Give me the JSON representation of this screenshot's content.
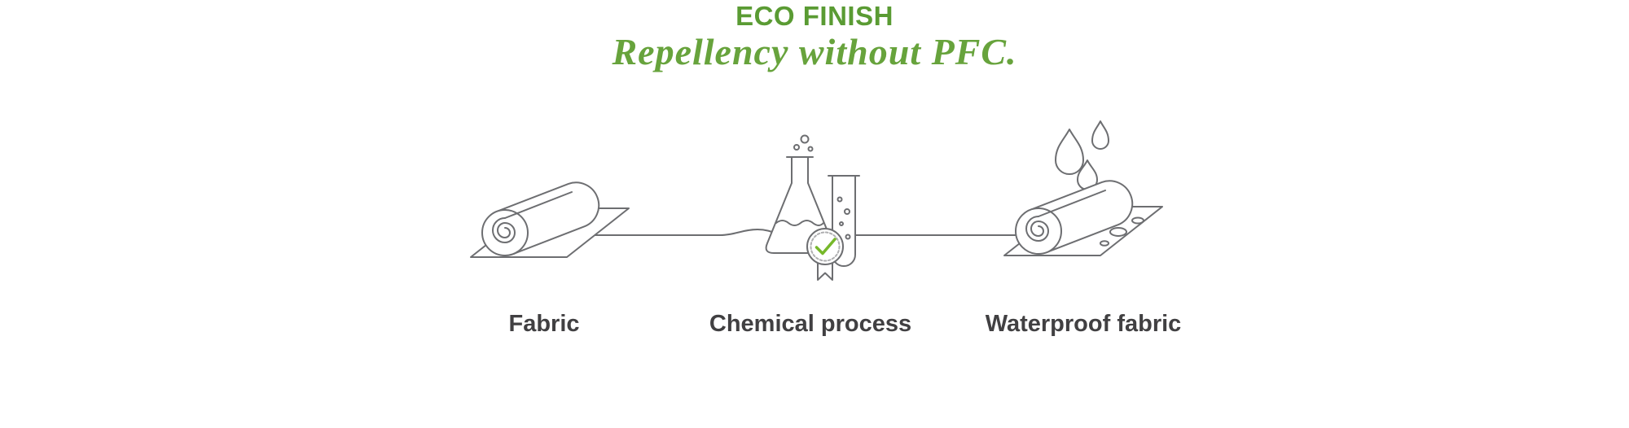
{
  "header": {
    "title": "ECO FINISH",
    "subtitle": "Repellency without PFC."
  },
  "steps": [
    {
      "id": "fabric",
      "label": "Fabric",
      "icon": "fabric-roll-icon"
    },
    {
      "id": "chemical-process",
      "label": "Chemical process",
      "icon": "chemical-flask-icon"
    },
    {
      "id": "waterproof-fabric",
      "label": "Waterproof fabric",
      "icon": "waterproof-fabric-icon"
    }
  ],
  "colors": {
    "title_green": "#5a9b33",
    "script_green": "#67a33c",
    "check_green": "#76b82a",
    "icon_outline": "#6d6e71",
    "label_gray": "#414042",
    "background": "#ffffff"
  }
}
